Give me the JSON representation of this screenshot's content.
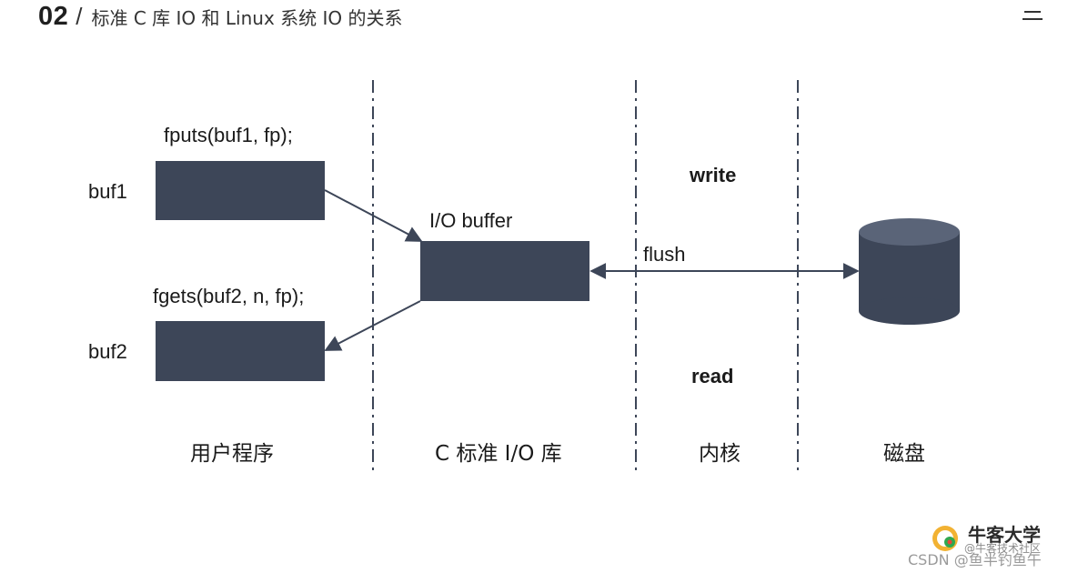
{
  "header": {
    "slide_number": "02",
    "separator": "/",
    "title": "标准 C 库 IO 和 Linux 系统 IO 的关系"
  },
  "diagram": {
    "calls": {
      "fputs": "fputs(buf1, fp);",
      "fgets": "fgets(buf2, n, fp);"
    },
    "buffers": {
      "buf1": "buf1",
      "buf2": "buf2",
      "io_buffer": "I/O buffer"
    },
    "ops": {
      "write": "write",
      "flush": "flush",
      "read": "read"
    },
    "columns": {
      "user_program": "用户程序",
      "c_std_io": "C 标准 I/O 库",
      "kernel": "内核",
      "disk": "磁盘"
    },
    "colors": {
      "box": "#3d4658",
      "arrow": "#3d4658",
      "divider": "#3d4658"
    }
  },
  "watermark": {
    "brand": "牛客大学",
    "subtitle": "@牛客技术社区",
    "csdn": "CSDN @鱼半钓鱼午"
  }
}
